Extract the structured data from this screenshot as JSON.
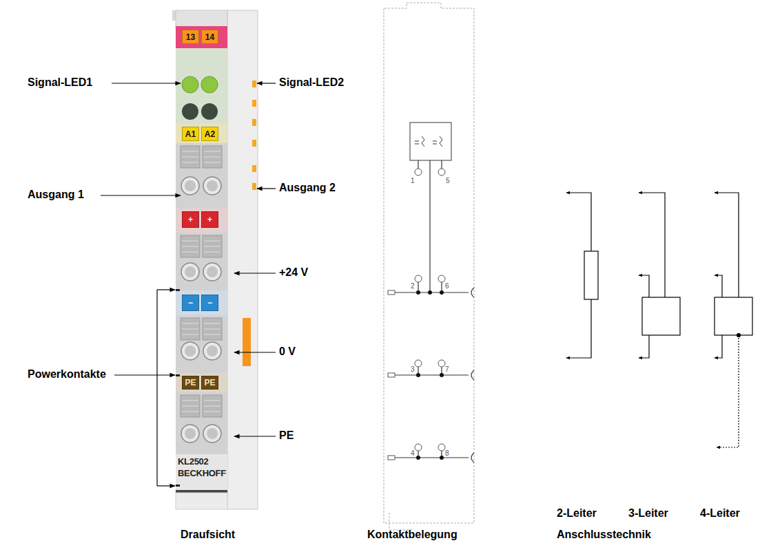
{
  "diagram": {
    "nodes": [
      {
        "text": [
          "13"
        ]
      },
      {
        "text": [
          "14"
        ]
      },
      {
        "text": [
          "A1"
        ]
      },
      {
        "text": [
          "A2"
        ]
      },
      {
        "text": [
          "+"
        ]
      },
      {
        "text": [
          "+"
        ]
      },
      {
        "text": [
          "−"
        ]
      },
      {
        "text": [
          "−"
        ]
      },
      {
        "text": [
          "PE"
        ]
      },
      {
        "text": [
          "PE"
        ]
      }
    ],
    "labels": [
      "Signal-LED1",
      "Signal-LED2",
      "Ausgang 1",
      "Ausgang 2",
      "+24 V",
      "Powerkontakte",
      "0 V",
      "PE",
      "KL2502",
      "BECKHOFF",
      "1",
      "5",
      "2",
      "6",
      "3",
      "7",
      "4",
      "8",
      "2-Leiter",
      "3-Leiter",
      "4-Leiter",
      "Draufsicht",
      "Kontaktbelegung",
      "Anschlusstechnik"
    ]
  }
}
